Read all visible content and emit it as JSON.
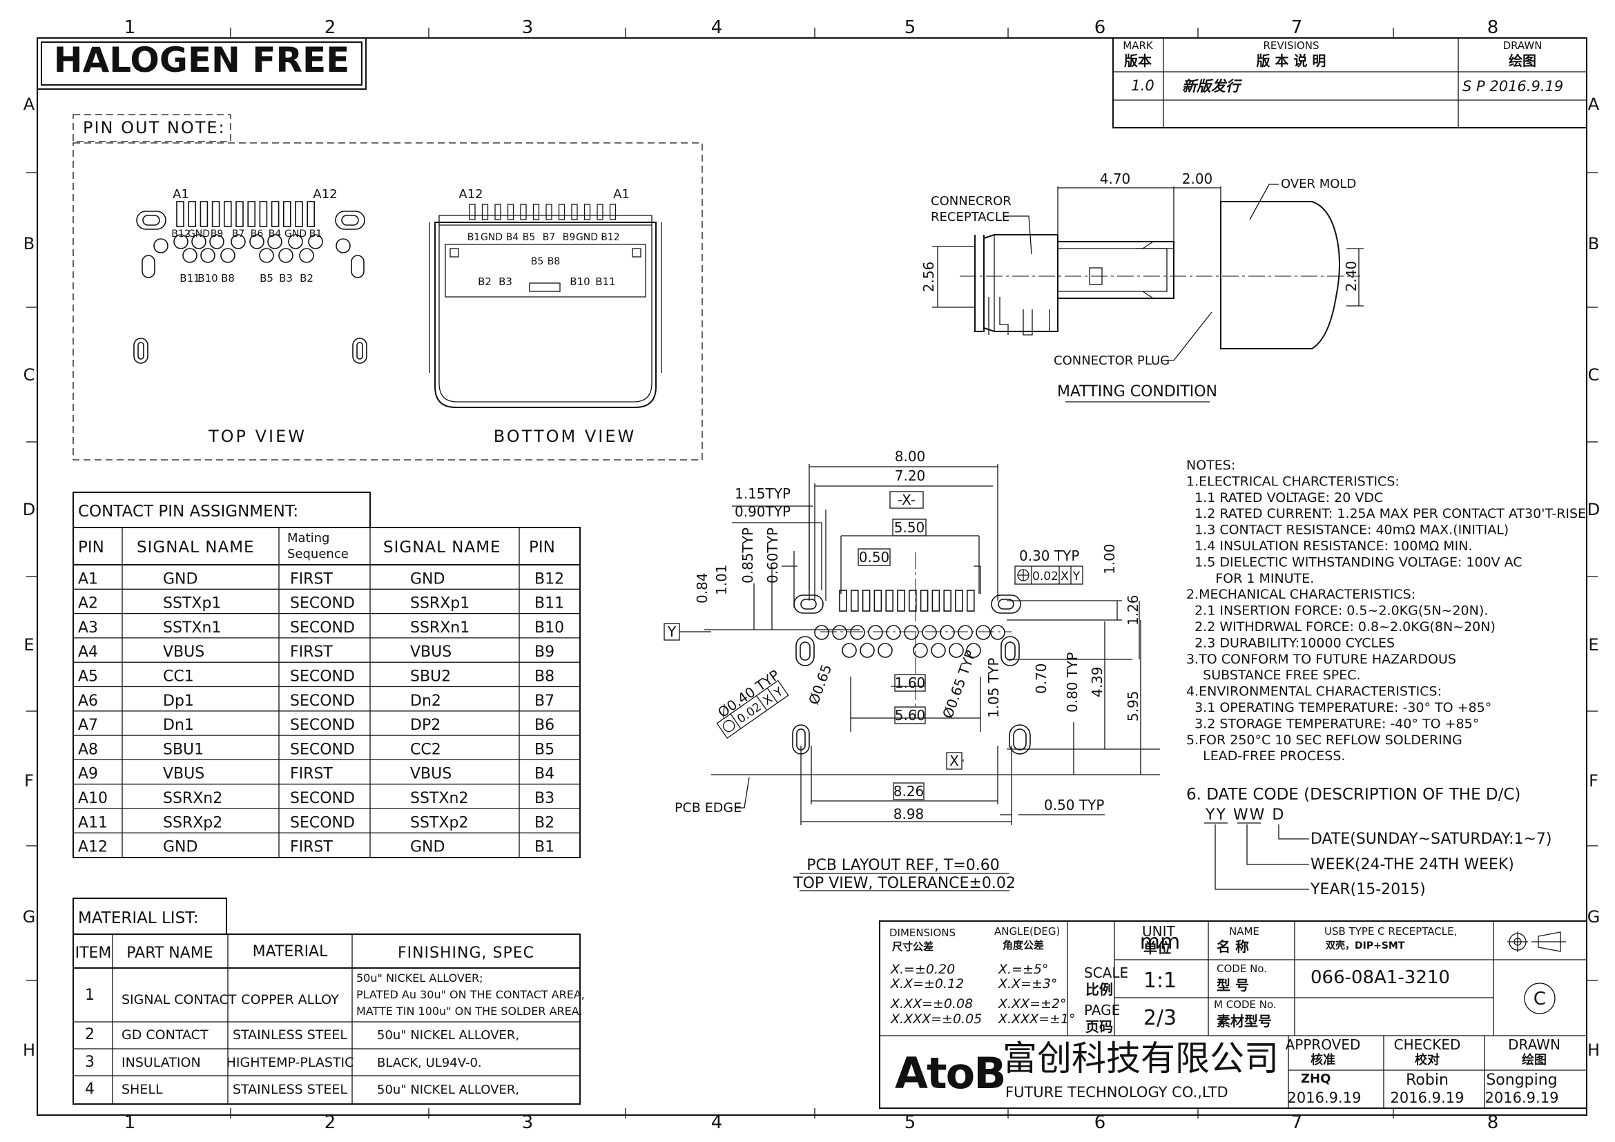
{
  "banner": "HALOGEN FREE",
  "grid": {
    "cols": [
      "1",
      "2",
      "3",
      "4",
      "5",
      "6",
      "7",
      "8"
    ],
    "rows": [
      "A",
      "B",
      "C",
      "D",
      "E",
      "F",
      "G",
      "H"
    ]
  },
  "revisions": {
    "mark_label": "MARK",
    "mark_cn": "版本",
    "rev_label": "REVISIONS",
    "rev_cn": "版  本  说  明",
    "drawn_label": "DRAWN",
    "drawn_cn": "绘图",
    "rows": [
      {
        "mark": "1.0",
        "desc": "新版发行",
        "drawn": "S P 2016.9.19"
      }
    ]
  },
  "pinout": {
    "title": "PIN OUT NOTE:",
    "top_view": "TOP VIEW",
    "bottom_view": "BOTTOM VIEW",
    "top_a_left": "A1",
    "top_a_right": "A12",
    "top_row1": [
      "B12",
      "GND",
      "B9",
      "B7",
      "B6",
      "B4",
      "GND",
      "B1"
    ],
    "top_row2": [
      "B11",
      "B10",
      "B8",
      "B5",
      "B3",
      "B2"
    ],
    "bot_a_left": "A12",
    "bot_a_right": "A1",
    "bot_row1": [
      "B1",
      "GND",
      "B4",
      "B5",
      "B7",
      "B9",
      "GND",
      "B12"
    ],
    "bot_row1_mid": [
      "B5",
      "B8"
    ],
    "bot_row2": [
      "B2",
      "B3",
      "B10",
      "B11"
    ]
  },
  "contact_table": {
    "title": "CONTACT PIN ASSIGNMENT:",
    "headers": [
      "PIN",
      "SIGNAL NAME",
      "Mating Sequence",
      "SIGNAL NAME",
      "PIN"
    ],
    "mating_line1": "Mating",
    "mating_line2": "Sequence",
    "rows": [
      [
        "A1",
        "GND",
        "FIRST",
        "GND",
        "B12"
      ],
      [
        "A2",
        "SSTXp1",
        "SECOND",
        "SSRXp1",
        "B11"
      ],
      [
        "A3",
        "SSTXn1",
        "SECOND",
        "SSRXn1",
        "B10"
      ],
      [
        "A4",
        "VBUS",
        "FIRST",
        "VBUS",
        "B9"
      ],
      [
        "A5",
        "CC1",
        "SECOND",
        "SBU2",
        "B8"
      ],
      [
        "A6",
        "Dp1",
        "SECOND",
        "Dn2",
        "B7"
      ],
      [
        "A7",
        "Dn1",
        "SECOND",
        "DP2",
        "B6"
      ],
      [
        "A8",
        "SBU1",
        "SECOND",
        "CC2",
        "B5"
      ],
      [
        "A9",
        "VBUS",
        "FIRST",
        "VBUS",
        "B4"
      ],
      [
        "A10",
        "SSRXn2",
        "SECOND",
        "SSTXn2",
        "B3"
      ],
      [
        "A11",
        "SSRXp2",
        "SECOND",
        "SSTXp2",
        "B2"
      ],
      [
        "A12",
        "GND",
        "FIRST",
        "GND",
        "B1"
      ]
    ]
  },
  "material": {
    "title": "MATERIAL LIST:",
    "headers": [
      "ITEM",
      "PART NAME",
      "MATERIAL",
      "FINISHING, SPEC"
    ],
    "rows": [
      {
        "item": "1",
        "part": "SIGNAL CONTACT",
        "material": "COPPER ALLOY",
        "spec": [
          "50u\" NICKEL ALLOVER;",
          "PLATED Au 30u\" ON THE CONTACT AREA,",
          "MATTE TIN 100u\" ON THE SOLDER AREA."
        ]
      },
      {
        "item": "2",
        "part": "GD CONTACT",
        "material": "STAINLESS STEEL",
        "spec": [
          "50u\" NICKEL ALLOVER,"
        ]
      },
      {
        "item": "3",
        "part": "INSULATION",
        "material": "HIGHTEMP-PLASTIC",
        "spec": [
          "BLACK, UL94V-0."
        ]
      },
      {
        "item": "4",
        "part": "SHELL",
        "material": "STAINLESS STEEL",
        "spec": [
          "50u\" NICKEL ALLOVER,"
        ]
      }
    ]
  },
  "mating": {
    "title": "MATTING CONDITION",
    "receptacle": "CONNECROR\nRECEPTACLE",
    "receptacle_l1": "CONNECROR",
    "receptacle_l2": "RECEPTACLE",
    "over_mold": "OVER MOLD",
    "plug": "CONNECTOR PLUG",
    "dim_470": "4.70",
    "dim_200": "2.00",
    "dim_256": "2.56",
    "dim_240": "2.40"
  },
  "pcb": {
    "title": "PCB LAYOUT REF, T=0.60",
    "subtitle": "TOP VIEW, TOLERANCE±0.02",
    "dims": {
      "d800": "8.00",
      "d720": "7.20",
      "x": "-X-",
      "d550": "5.50",
      "d050": "0.50",
      "d115": "1.15TYP",
      "d090": "0.90TYP",
      "d085": "0.85TYP",
      "d060": "0.60TYP",
      "d084": "0.84",
      "d101": "1.01",
      "y": "Y",
      "d030": "0.30 TYP",
      "d100": "1.00",
      "tol1": "0.02",
      "tx": "X",
      "ty": "Y",
      "d126": "1.26",
      "d040": "Ø0.40 TYP",
      "tol2": "0.02",
      "d065a": "Ø0.65",
      "d160": "1.60",
      "d065b": "Ø0.65 TYP",
      "d105": "1.05 TYP",
      "d070": "0.70",
      "d080": "0.80 TYP",
      "d439": "4.39",
      "d595": "5.95",
      "d560": "5.60",
      "xbox": "X",
      "d826": "8.26",
      "d898": "8.98",
      "d050b": "0.50 TYP",
      "edge": "PCB EDGE"
    }
  },
  "notes": {
    "lines": [
      "NOTES:",
      "1.ELECTRICAL CHARCTERISTICS:",
      "  1.1 RATED VOLTAGE: 20 VDC",
      "  1.2 RATED CURRENT: 1.25A MAX PER CONTACT AT30'T-RISE",
      "  1.3 CONTACT RESISTANCE: 40mΩ MAX.(INITIAL)",
      "  1.4 INSULATION RESISTANCE: 100MΩ MIN.",
      "  1.5 DIELECTIC WITHSTANDING VOLTAGE: 100V AC",
      "       FOR 1 MINUTE.",
      "2.MECHANICAL CHARACTERISTICS:",
      "  2.1 INSERTION FORCE: 0.5~2.0KG(5N~20N).",
      "  2.2 WITHDRWAL FORCE: 0.8~2.0KG(8N~20N)",
      "  2.3 DURABILITY:10000 CYCLES",
      "3.TO CONFORM TO FUTURE HAZARDOUS",
      "    SUBSTANCE FREE SPEC.",
      "4.ENVIRONMENTAL CHARACTERISTICS:",
      "  3.1 OPERATING TEMPERATURE: -30° TO +85°",
      "  3.2 STORAGE TEMPERATURE: -40° TO +85°",
      "5.FOR 250°C 10 SEC REFLOW SOLDERING",
      "    LEAD-FREE PROCESS."
    ],
    "date_title": "6. DATE CODE (DESCRIPTION OF THE D/C)",
    "date_code": "YY WW D",
    "date_d": "DATE(SUNDAY~SATURDAY:1~7)",
    "date_w": "WEEK(24-THE 24TH WEEK)",
    "date_y": "YEAR(15-2015)"
  },
  "title_block": {
    "dim_label": "DIMENSIONS",
    "dim_cn": "尺寸公差",
    "ang_label": "ANGLE(DEG)",
    "ang_cn": "角度公差",
    "tol_rows": [
      [
        "X.=±0.20",
        "X.=±5°"
      ],
      [
        "X.X=±0.12",
        "X.X=±3°"
      ],
      [
        "X.XX=±0.08",
        "X.XX=±2°"
      ],
      [
        "X.XXX=±0.05",
        "X.XXX=±1°"
      ]
    ],
    "unit_label": "UNIT",
    "unit_cn": "单位",
    "unit_val": "mm",
    "scale_label": "SCALE",
    "scale_cn": "比例",
    "scale_val": "1:1",
    "page_label": "PAGE",
    "page_cn": "页码",
    "page_val": "2/3",
    "name_label": "NAME",
    "name_cn": "名  称",
    "name_val1": "USB TYPE C RECEPTACLE,",
    "name_val2": "双壳，DIP+SMT",
    "code_label": "CODE No.",
    "code_cn": "型  号",
    "code_val": "066-08A1-3210",
    "mcode_label": "M CODE No.",
    "mcode_cn": "素材型号",
    "mcode_val": "",
    "company_logo": "AtoB",
    "company_cn": "富创科技有限公司",
    "company_en": "FUTURE TECHNOLOGY CO.,LTD",
    "approved_label": "APPROVED",
    "approved_cn": "核准",
    "approved_name": "ZHQ",
    "approved_date": "2016.9.19",
    "checked_label": "CHECKED",
    "checked_cn": "校对",
    "checked_name": "Robin",
    "checked_date": "2016.9.19",
    "drawn_label": "DRAWN",
    "drawn_cn": "绘图",
    "drawn_name": "Songping",
    "drawn_date": "2016.9.19",
    "copyright": "C"
  }
}
